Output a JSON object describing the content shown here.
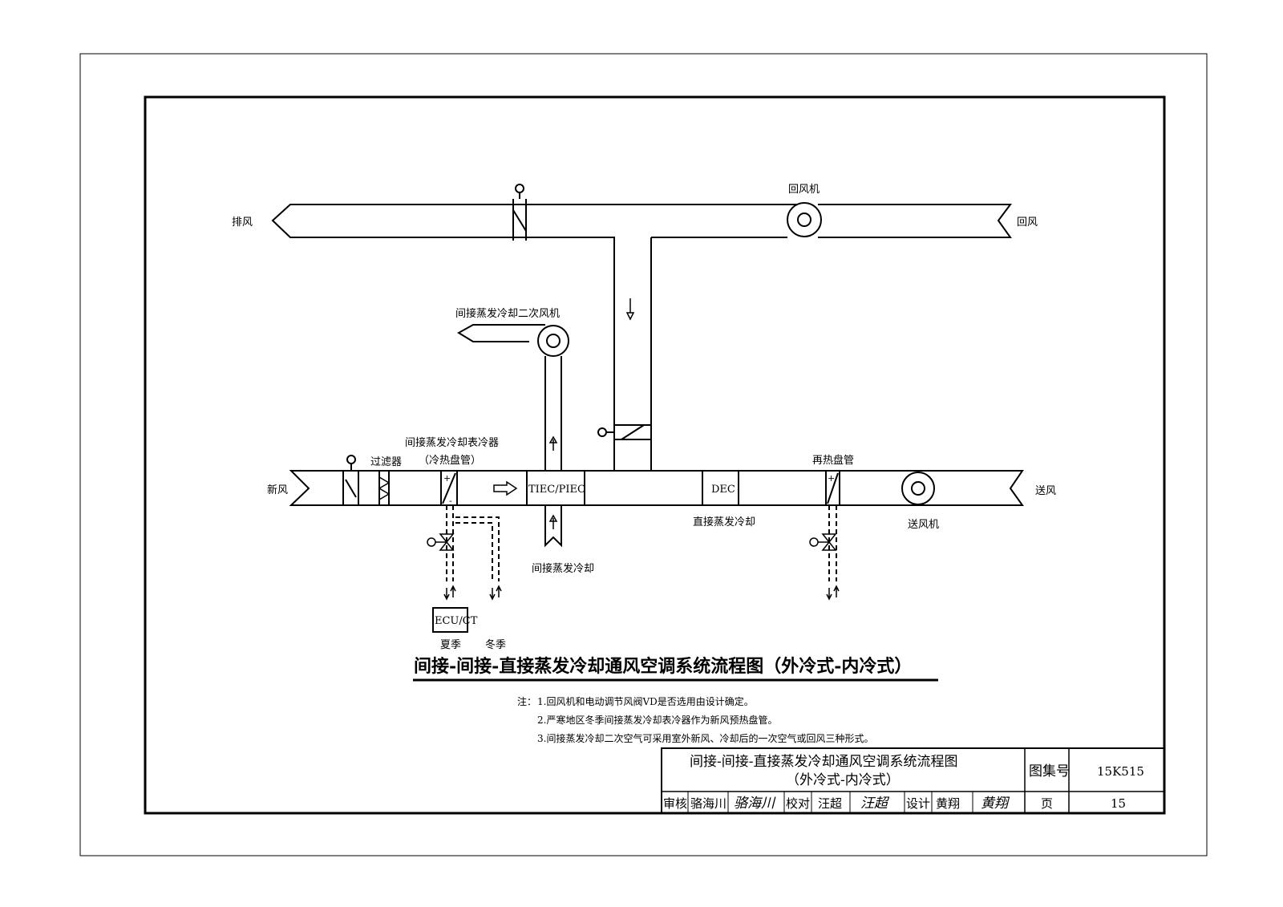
{
  "labels": {
    "exhaust": "排风",
    "return_air": "回风",
    "return_fan": "回风机",
    "secondary_fan": "间接蒸发冷却二次风机",
    "fresh_air": "新风",
    "filter": "过滤器",
    "iec_coil": "间接蒸发冷却表冷器",
    "iec_coil_sub": "（冷热盘管）",
    "tiec": "TIEC/PIEC",
    "iec": "间接蒸发冷却",
    "dec": "DEC",
    "dec_label": "直接蒸发冷却",
    "reheat": "再热盘管",
    "supply_air": "送风",
    "supply_fan": "送风机",
    "ecu": "ECU/CT",
    "summer": "夏季",
    "winter": "冬季",
    "plus": "+",
    "minus": "-"
  },
  "title": "间接-间接-直接蒸发冷却通风空调系统流程图（外冷式-内冷式）",
  "notes": {
    "prefix": "注：",
    "items": [
      "1.回风机和电动调节风阀VD是否选用由设计确定。",
      "2.严寒地区冬季间接蒸发冷却表冷器作为新风预热盘管。",
      "3.间接蒸发冷却二次空气可采用室外新风、冷却后的一次空气或回风三种形式。"
    ]
  },
  "titleblock": {
    "title_line1": "间接-间接-直接蒸发冷却通风空调系统流程图",
    "title_line2": "（外冷式-内冷式）",
    "atlas_label": "图集号",
    "atlas_no": "15K515",
    "review": "审核",
    "reviewer": "骆海川",
    "reviewer_sig": "骆海川",
    "check": "校对",
    "checker": "汪超",
    "checker_sig": "汪超",
    "design": "设计",
    "designer": "黄翔",
    "designer_sig": "黄翔",
    "page_label": "页",
    "page_no": "15"
  }
}
